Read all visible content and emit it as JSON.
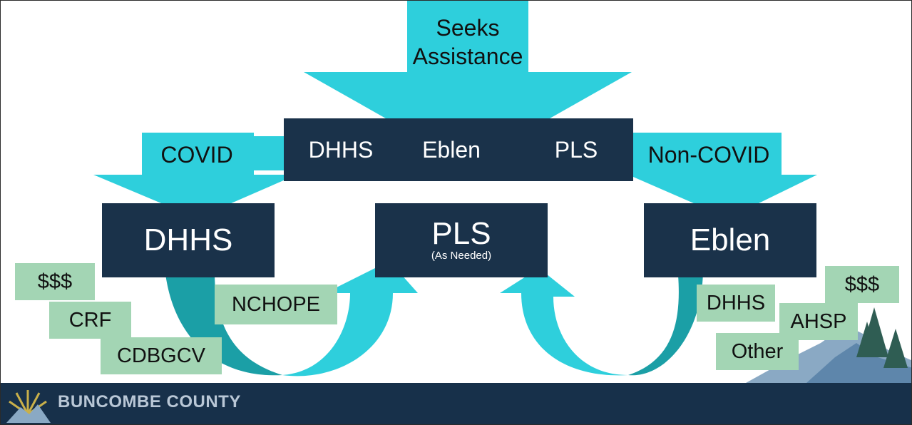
{
  "top_arrow": {
    "label_line1": "Seeks",
    "label_line2": "Assistance"
  },
  "center_box": {
    "left": "DHHS",
    "middle": "Eblen",
    "right": "PLS"
  },
  "left_arrow": {
    "label": "COVID"
  },
  "right_arrow": {
    "label": "Non-COVID"
  },
  "boxes": {
    "dhhs": "DHHS",
    "pls": "PLS",
    "pls_note": "(As Needed)",
    "eblen": "Eblen"
  },
  "left_tags": [
    "$$$",
    "CRF",
    "CDBGCV"
  ],
  "nchope_tag": "NCHOPE",
  "right_tags": {
    "dhhs": "DHHS",
    "ahsp": "AHSP",
    "money": "$$$",
    "other": "Other"
  },
  "footer": {
    "org_name": "BUNCOMBE COUNTY"
  },
  "colors": {
    "navy": "#1a324a",
    "turquoise": "#2ecfdc",
    "dark_teal": "#1b9fa6",
    "tag_green": "#a3d5b4",
    "footer_navy": "#17304a"
  }
}
